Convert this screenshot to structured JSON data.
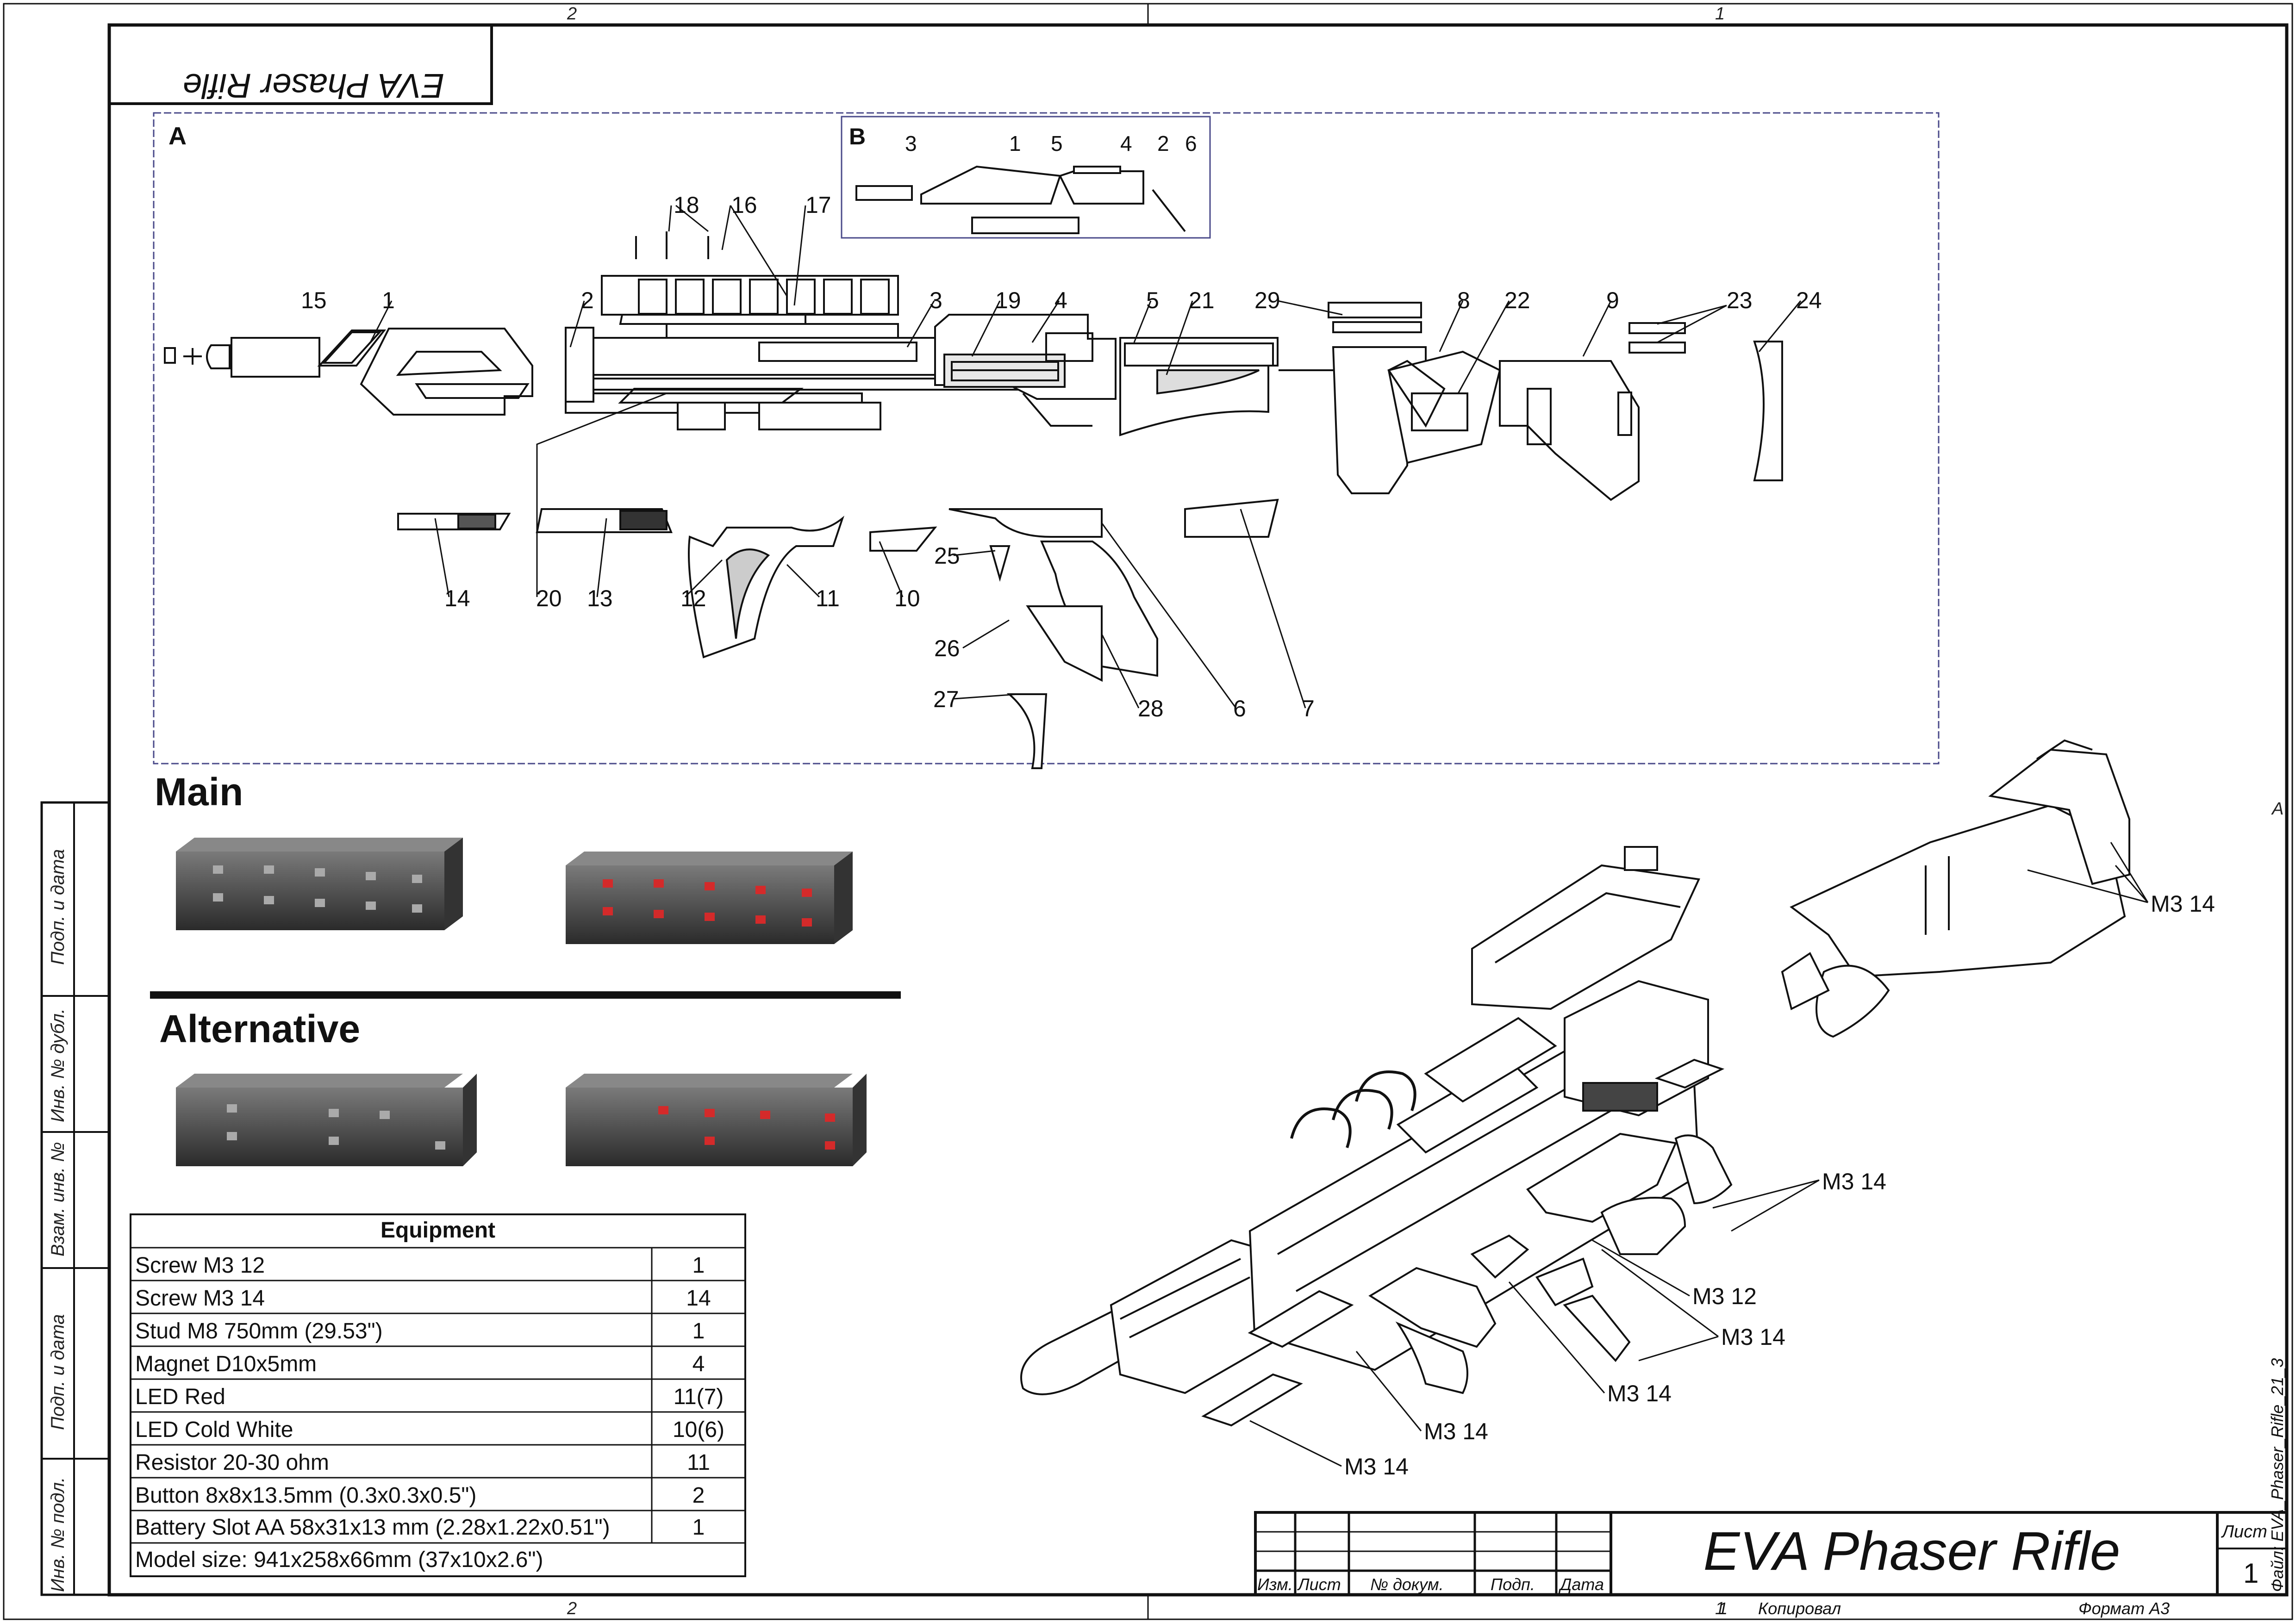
{
  "zones": {
    "top_left": "2",
    "top_right": "1",
    "bottom_left": "2",
    "bottom_right": "1",
    "right_marker": "A"
  },
  "mirrored_title": "EVA Phaser Rifle",
  "views": {
    "a": "A",
    "b": "B"
  },
  "labels_a": [
    "15",
    "1",
    "2",
    "18",
    "16",
    "17",
    "3",
    "19",
    "4",
    "5",
    "21",
    "29",
    "8",
    "22",
    "9",
    "23",
    "24",
    "14",
    "20",
    "13",
    "12",
    "11",
    "10",
    "25",
    "26",
    "27",
    "28",
    "6",
    "7"
  ],
  "labels_b": [
    "3",
    "1",
    "5",
    "4",
    "2",
    "6"
  ],
  "sections": {
    "main": "Main",
    "alternative": "Alternative"
  },
  "equipment": {
    "title": "Equipment",
    "rows": [
      {
        "item": "Screw M3 12",
        "qty": "1"
      },
      {
        "item": "Screw M3 14",
        "qty": "14"
      },
      {
        "item": "Stud M8 750mm (29.53\")",
        "qty": "1"
      },
      {
        "item": "Magnet D10x5mm",
        "qty": "4"
      },
      {
        "item": "LED Red",
        "qty": "11(7)"
      },
      {
        "item": "LED Cold White",
        "qty": "10(6)"
      },
      {
        "item": "Resistor 20-30 ohm",
        "qty": "11"
      },
      {
        "item": "Button 8x8x13.5mm (0.3x0.3x0.5\")",
        "qty": "2"
      },
      {
        "item": "Battery Slot AA 58x31x13 mm (2.28x1.22x0.51\")",
        "qty": "1"
      }
    ],
    "model_size": "Model size: 941x258x66mm (37x10x2.6\")"
  },
  "callouts": [
    "M3 14",
    "M3 14",
    "M3 12",
    "M3 14",
    "M3 14",
    "M3 14",
    "M3 14"
  ],
  "side_stamps": [
    "Инв. № подл.",
    "Подп. и дата",
    "Взам. инв. №",
    "Инв. № дубл.",
    "Подп. и дата"
  ],
  "title_block": {
    "title": "EVA Phaser Rifle",
    "headers": [
      "Изм.",
      "Лист",
      "№ докум.",
      "Подп.",
      "Дата"
    ],
    "sheet_label": "Лист",
    "sheet_number": "1",
    "copied": "Копировал",
    "copied_num": "1",
    "format": "Формат А3",
    "file": "Файл: EVA_Phaser_Rifle_21_3"
  },
  "colors": {
    "frame": "#111111",
    "view_border": "#4a4a8a",
    "red": "#d42a2a",
    "part_fill": "#ffffff",
    "part_dark": "#3a3a3a"
  }
}
